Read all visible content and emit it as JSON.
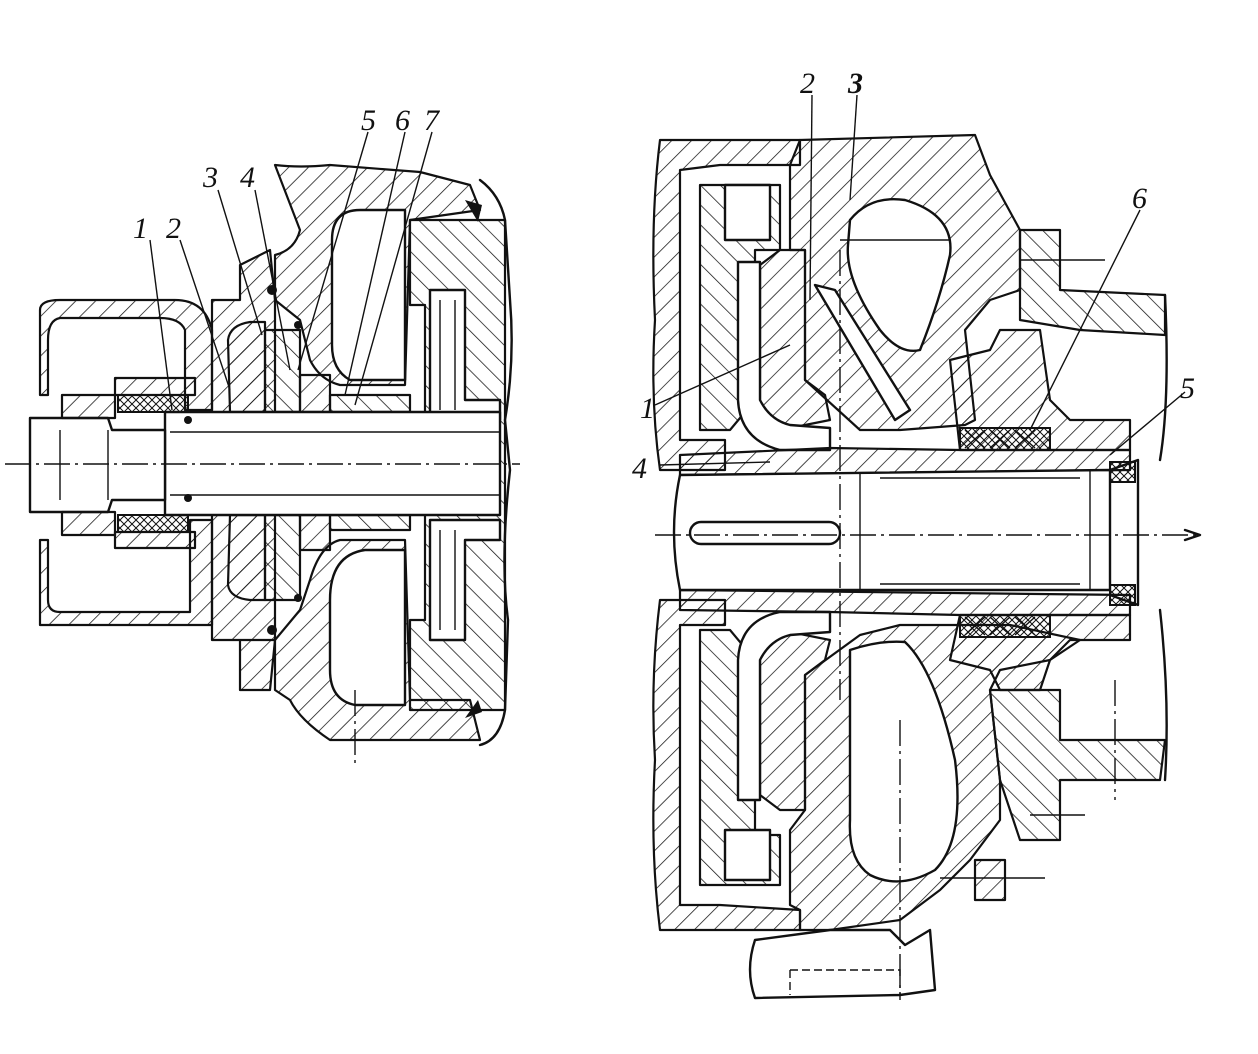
{
  "figure": {
    "left_assembly": {
      "callouts": [
        {
          "id": "L1",
          "label": "1"
        },
        {
          "id": "L2",
          "label": "2"
        },
        {
          "id": "L3",
          "label": "3"
        },
        {
          "id": "L4",
          "label": "4"
        },
        {
          "id": "L5",
          "label": "5"
        },
        {
          "id": "L6",
          "label": "6"
        },
        {
          "id": "L7",
          "label": "7"
        }
      ]
    },
    "right_assembly": {
      "callouts": [
        {
          "id": "R1",
          "label": "1"
        },
        {
          "id": "R2",
          "label": "2"
        },
        {
          "id": "R3",
          "label": "3"
        },
        {
          "id": "R4",
          "label": "4"
        },
        {
          "id": "R5",
          "label": "5"
        },
        {
          "id": "R6",
          "label": "6"
        }
      ]
    }
  }
}
